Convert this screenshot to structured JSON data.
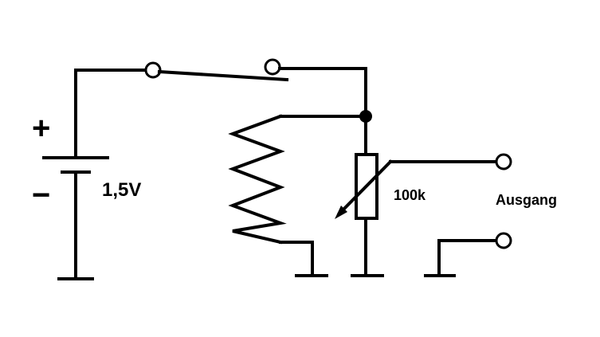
{
  "labels": {
    "battery_plus": "+",
    "battery_minus": "−",
    "battery_voltage": "1,5V",
    "potentiometer_value": "100k",
    "output": "Ausgang"
  },
  "colors": {
    "line": "#000000",
    "background": "#ffffff"
  },
  "icons": {
    "battery": "battery-symbol",
    "switch": "spst-switch",
    "coil": "zigzag-resistor",
    "potentiometer": "potentiometer-symbol",
    "ground": "ground-symbol",
    "terminal": "open-terminal"
  }
}
